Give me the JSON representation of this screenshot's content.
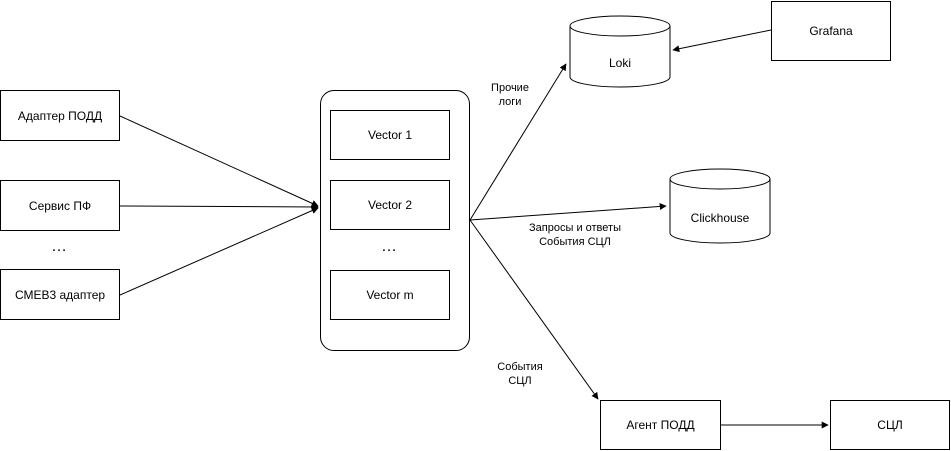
{
  "sources": {
    "adapter_podd": "Адаптер ПОДД",
    "service_pf": "Сервис ПФ",
    "ellipsis": "…",
    "smev3_adapter": "СМЕВ3 адаптер"
  },
  "vector_group": {
    "items": [
      "Vector 1",
      "Vector 2",
      "Vector m"
    ],
    "ellipsis": "…"
  },
  "stores": {
    "loki": "Loki",
    "clickhouse": "Clickhouse"
  },
  "grafana": "Grafana",
  "agent_podd": "Агент ПОДД",
  "sdl": "СЦЛ",
  "edge_labels": {
    "other_logs": [
      "Прочие",
      "логи"
    ],
    "requests_events": [
      "Запросы и ответы",
      "События СЦЛ"
    ],
    "sdl_events": [
      "События",
      "СЦЛ"
    ]
  },
  "colors": {
    "stroke": "#000000",
    "fill": "#ffffff"
  }
}
